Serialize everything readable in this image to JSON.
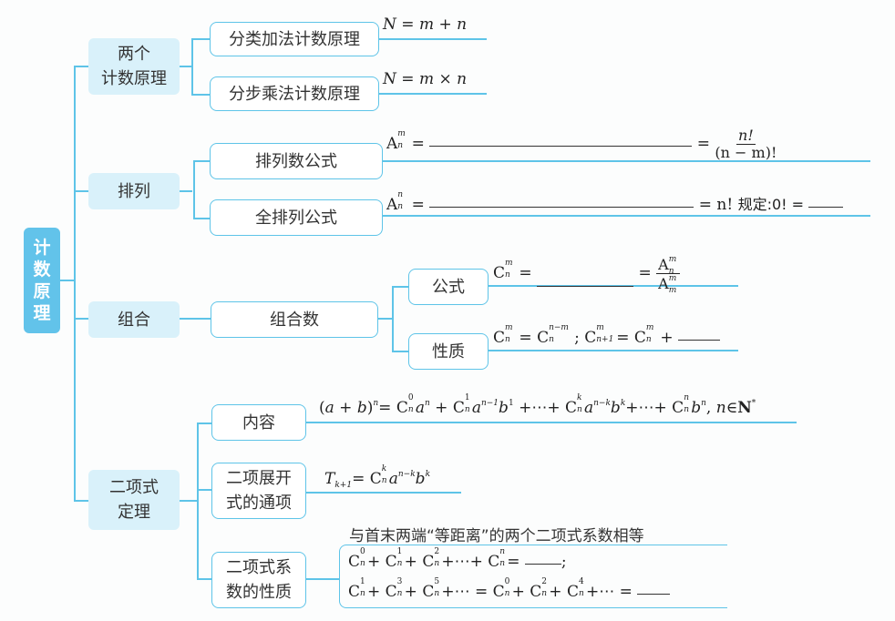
{
  "root": {
    "label": [
      "计",
      "数",
      "原",
      "理"
    ]
  },
  "branches": {
    "counting": {
      "label_lines": [
        "两个",
        "计数原理"
      ],
      "children": [
        {
          "label": "分类加法计数原理",
          "formula": "N = m + n"
        },
        {
          "label": "分步乘法计数原理",
          "formula": "N = m × n"
        }
      ]
    },
    "permutation": {
      "label": "排列",
      "children": [
        {
          "label": "排列数公式",
          "formula_left": "A",
          "formula_right_num": "n!",
          "formula_right_den": "(n − m)!"
        },
        {
          "label": "全排列公式",
          "formula_left": "A",
          "formula_right": "= n!",
          "rule": "规定:0! ="
        }
      ]
    },
    "combination": {
      "label": "组合",
      "child": "组合数",
      "grandchildren": [
        {
          "label": "公式",
          "formula_left": "C",
          "frac_num": "A",
          "frac_den": "A"
        },
        {
          "label": "性质",
          "formula_a": "C",
          "formula_b": "C",
          "formula_c": "C",
          "formula_d": "C"
        }
      ]
    },
    "binomial": {
      "label_lines": [
        "二项式",
        "定理"
      ],
      "children": [
        {
          "label": "内容"
        },
        {
          "label_lines": [
            "二项展开",
            "式的通项"
          ]
        },
        {
          "label_lines": [
            "二项式系",
            "数的性质"
          ],
          "note": "与首末两端“等距离”的两个二项式系数相等"
        }
      ]
    }
  }
}
